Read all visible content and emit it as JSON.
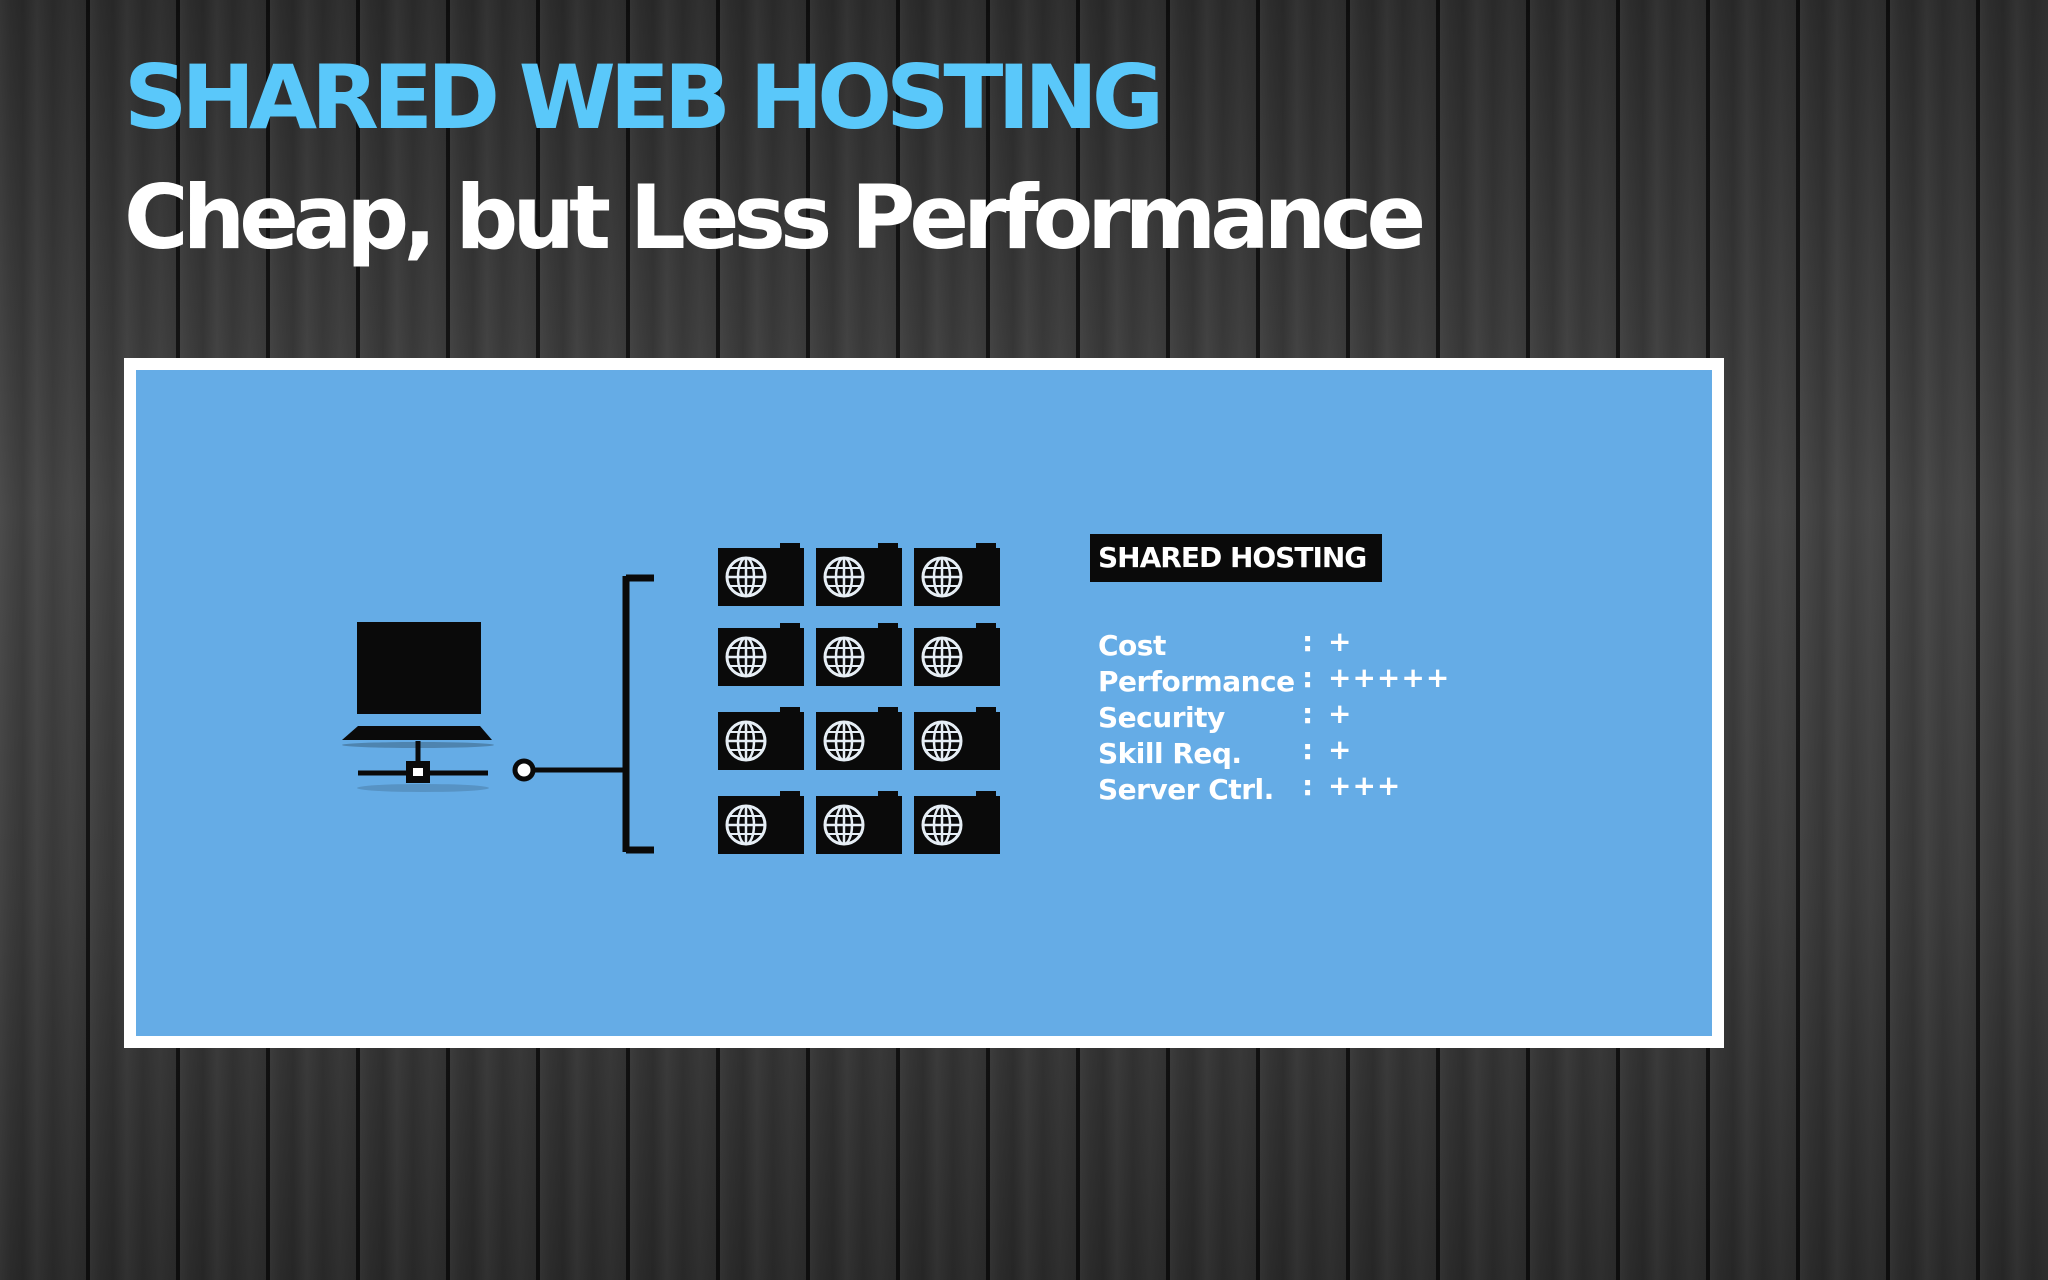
{
  "slide": {
    "title": "SHARED WEB HOSTING",
    "subtitle": "Cheap, but Less Performance"
  },
  "figure": {
    "label": "SHARED HOSTING",
    "ratings": [
      {
        "name": "Cost",
        "colon": ":",
        "value": "+"
      },
      {
        "name": "Performance",
        "colon": ":",
        "value": "+++++"
      },
      {
        "name": "Security",
        "colon": ":",
        "value": "+"
      },
      {
        "name": "Skill Req.",
        "colon": ":",
        "value": "+"
      },
      {
        "name": "Server Ctrl.",
        "colon": ":",
        "value": "+++"
      }
    ],
    "icons": {
      "client": "laptop-icon",
      "network": "network-node-icon",
      "server": "globe-server-icon"
    }
  },
  "colors": {
    "title": "#5ac8fa",
    "subtitle": "#ffffff",
    "panel_background": "#65ace6",
    "frame": "#ffffff",
    "label_background": "#0a0a0a",
    "icon": "#0a0a0a"
  }
}
